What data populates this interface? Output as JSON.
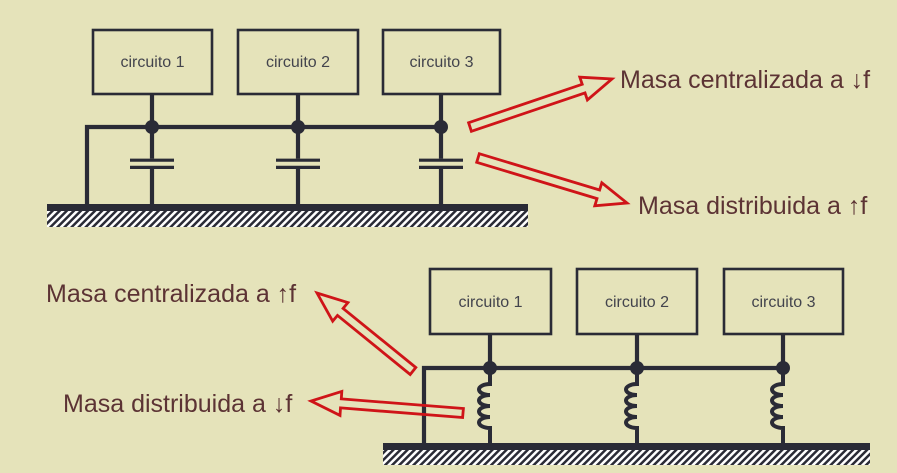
{
  "colors": {
    "background": "#e5e3ba",
    "line": "#2a2b36",
    "box_text": "#43444d",
    "label_text": "#5c3334",
    "arrow_red": "#cf1418",
    "hatch_white": "#ffffff"
  },
  "top_diagram": {
    "ground_component": "capacitor",
    "boxes": [
      {
        "label": "circuito 1"
      },
      {
        "label": "circuito 2"
      },
      {
        "label": "circuito 3"
      }
    ],
    "annotations": {
      "centralized": "Masa centralizada a ↓f",
      "distributed": "Masa distribuida a ↑f"
    }
  },
  "bottom_diagram": {
    "ground_component": "inductor",
    "boxes": [
      {
        "label": "circuito 1"
      },
      {
        "label": "circuito 2"
      },
      {
        "label": "circuito 3"
      }
    ],
    "annotations": {
      "centralized": "Masa centralizada a ↑f",
      "distributed": "Masa distribuida a ↓f"
    }
  }
}
